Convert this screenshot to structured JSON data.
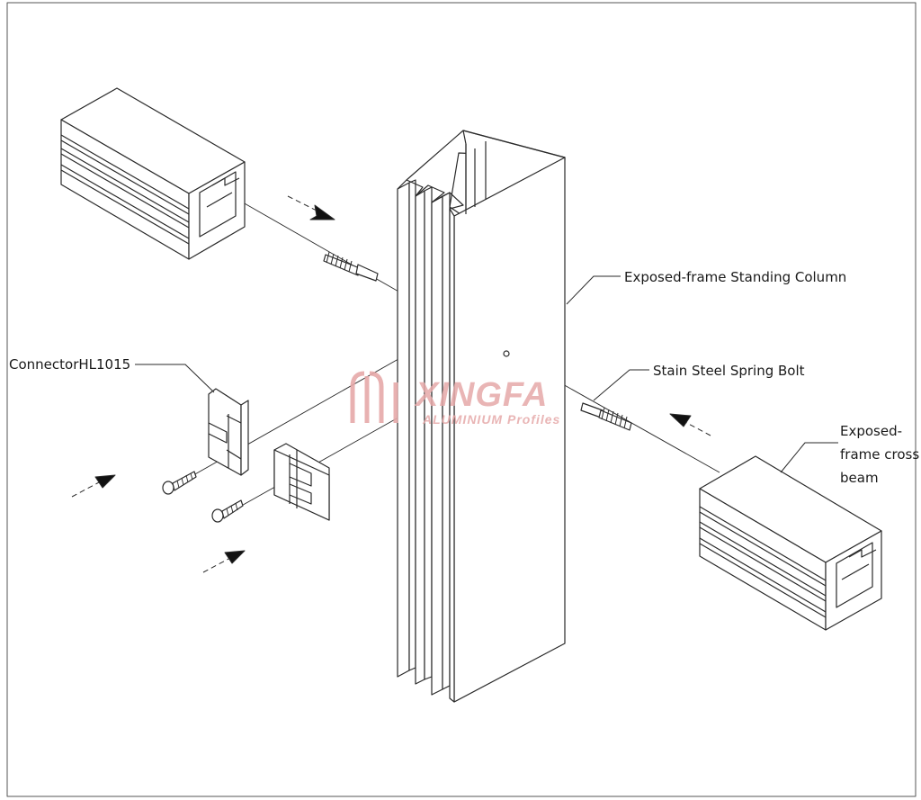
{
  "labels": {
    "column": "Exposed-frame Standing Column",
    "bolt": "Stain Steel Spring Bolt",
    "connector": "ConnectorHL1015",
    "beam_line1": "Exposed-",
    "beam_line2": "frame cross",
    "beam_line3": "beam"
  },
  "watermark": {
    "brand": "XINGFA",
    "tagline": "ALUMINIUM Profiles"
  },
  "colors": {
    "line": "#2a2a2a",
    "watermark": "#e6a9a9"
  }
}
